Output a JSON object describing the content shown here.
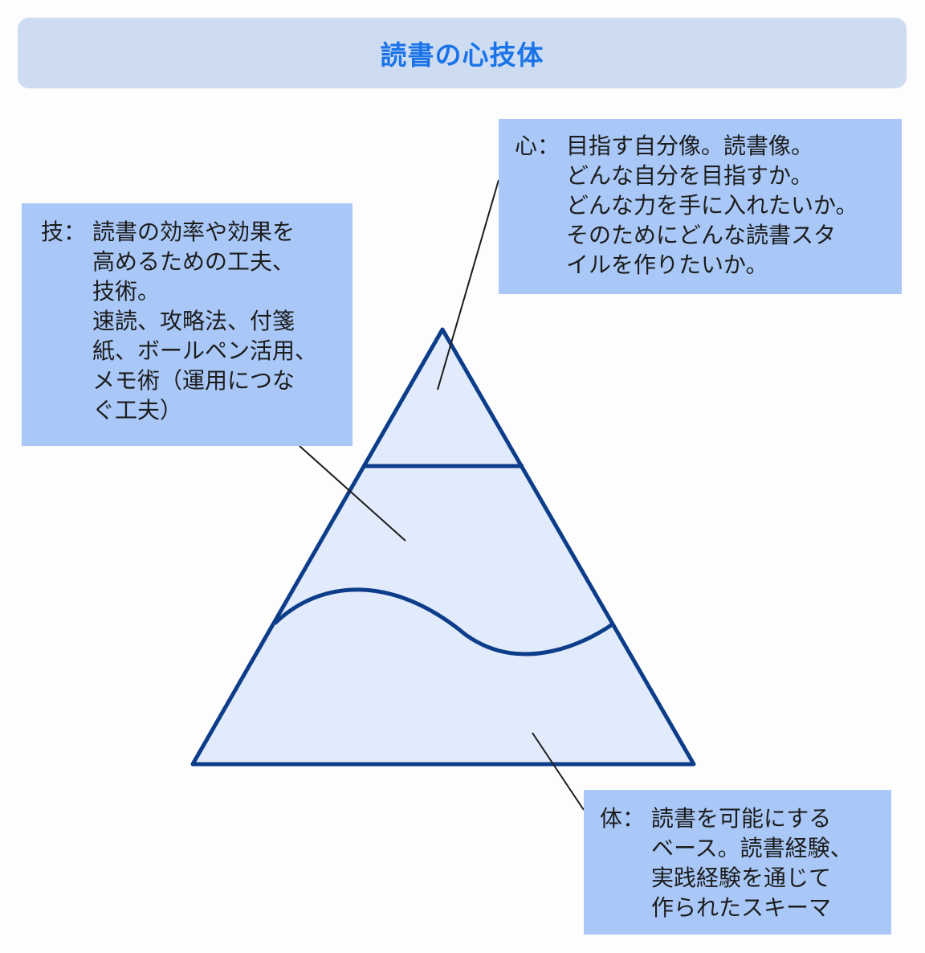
{
  "title": "読書の心技体",
  "colors": {
    "title_bar": "#cddcf1",
    "title_text": "#1a73e8",
    "note_box": "#a9c8f7",
    "pyramid_fill": "#e1ebfb",
    "pyramid_stroke": "#0d3d8a"
  },
  "notes": {
    "kokoro": {
      "key": "心：",
      "lines": [
        "目指す自分像。読書像。",
        "どんな自分を目指すか。",
        "どんな力を手に入れたいか。",
        "そのためにどんな読書スタ",
        "イルを作りたいか。"
      ]
    },
    "gi": {
      "key": "技：",
      "lines": [
        "読書の効率や効果を",
        "高めるための工夫、",
        "技術。",
        "速読、攻略法、付箋",
        "紙、ボールペン活用、",
        "メモ術（運用につな",
        "ぐ工夫）"
      ]
    },
    "tai": {
      "key": "体：",
      "lines": [
        "読書を可能にする",
        "ベース。読書経験、",
        "実践経験を通じて",
        "作られたスキーマ"
      ]
    }
  }
}
